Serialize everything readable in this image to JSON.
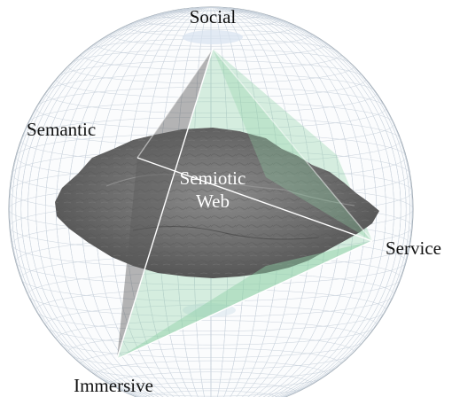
{
  "labels": {
    "top": "Social",
    "left": "Semantic",
    "right": "Service",
    "bottom": "Immersive",
    "center_line1": "Semiotic",
    "center_line2": "Web"
  },
  "colors": {
    "grid": "#c9d2dc",
    "sphere_outline": "#9aa4ad",
    "terrain": "#6e6e6e",
    "terrain_dark": "#4a4a4a",
    "plane_green": "#8fd1a6",
    "plane_gray": "#5a5a5a",
    "axis_line": "#ffffff"
  }
}
